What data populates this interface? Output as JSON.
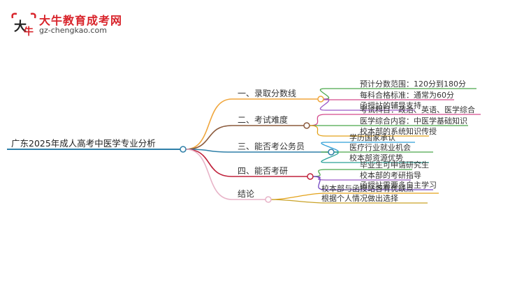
{
  "logo": {
    "title": "大牛教育成考网",
    "url": "gz-chengkao.com"
  },
  "root": {
    "label": "广东2025年成人高考中医学专业分析"
  },
  "branches": [
    {
      "label": "一、录取分数线",
      "color": "#f0a63c",
      "children": [
        "预计分数范围：120分到180分",
        "每科合格标准：通常为60分",
        "函授站的辅导支持"
      ]
    },
    {
      "label": "二、考试难度",
      "color": "#8b5a3c",
      "children": [
        "考试科目：政治、英语、医学综合",
        "医学综合内容：中医学基础知识",
        "校本部的系统知识传授"
      ]
    },
    {
      "label": "三、能否考公务员",
      "color": "#2e7fa8",
      "children": [
        "学历国家承认",
        "医疗行业就业机会",
        "校本部资源优势"
      ]
    },
    {
      "label": "四、能否考研",
      "color": "#c0223b",
      "children": [
        "毕业生可申请研究生",
        "校本部的考研指导",
        "函授站需要多自主学习"
      ]
    },
    {
      "label": "结论",
      "color": "#e8b4c8",
      "children": [
        "校本部与函授站各有优缺点",
        "根据个人情况做出选择"
      ]
    }
  ],
  "childColors": [
    [
      "#4aa84a",
      "#d44b8c",
      "#9b59c6"
    ],
    [
      "#d44b8c",
      "#4aa84a",
      "#e3a21a"
    ],
    [
      "#2e9fd8",
      "#4aa84a",
      "#2aa198"
    ],
    [
      "#4aa84a",
      "#9b59c6",
      "#6f42c1"
    ],
    [
      "#e3a21a",
      "#c9a227"
    ]
  ]
}
